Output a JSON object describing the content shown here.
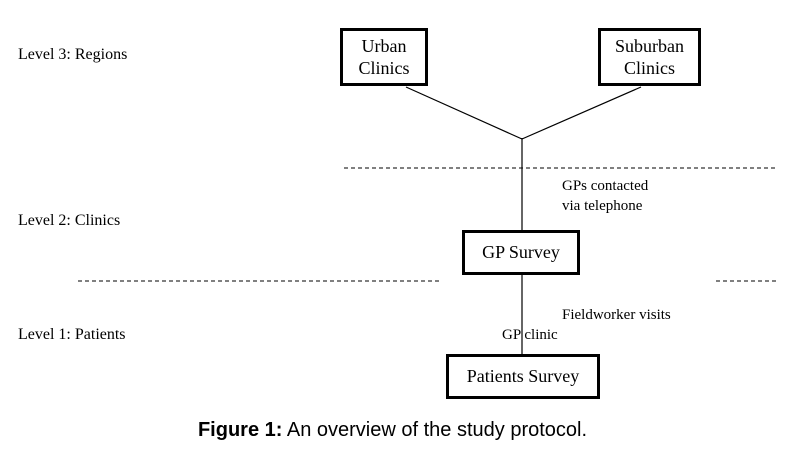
{
  "figure": {
    "levels": [
      {
        "label": "Level 3: Regions"
      },
      {
        "label": "Level 2: Clinics"
      },
      {
        "label": "Level 1: Patients"
      }
    ],
    "nodes": {
      "urban": {
        "label": "Urban\nClinics"
      },
      "suburban": {
        "label": "Suburban\nClinics"
      },
      "gp_survey": {
        "label": "GP Survey"
      },
      "patients_survey": {
        "label": "Patients Survey"
      }
    },
    "annotations": {
      "gps_contacted": {
        "text": "GPs contacted\nvia telephone"
      },
      "fieldworker_visits": {
        "text": "Fieldworker visits"
      },
      "gp_clinic": {
        "text": "GP clinic"
      }
    },
    "caption": {
      "prefix": "Figure 1:",
      "rest": " An overview of the study protocol."
    },
    "colors": {
      "line": "#000000",
      "text": "#000000",
      "background": "#ffffff"
    }
  }
}
